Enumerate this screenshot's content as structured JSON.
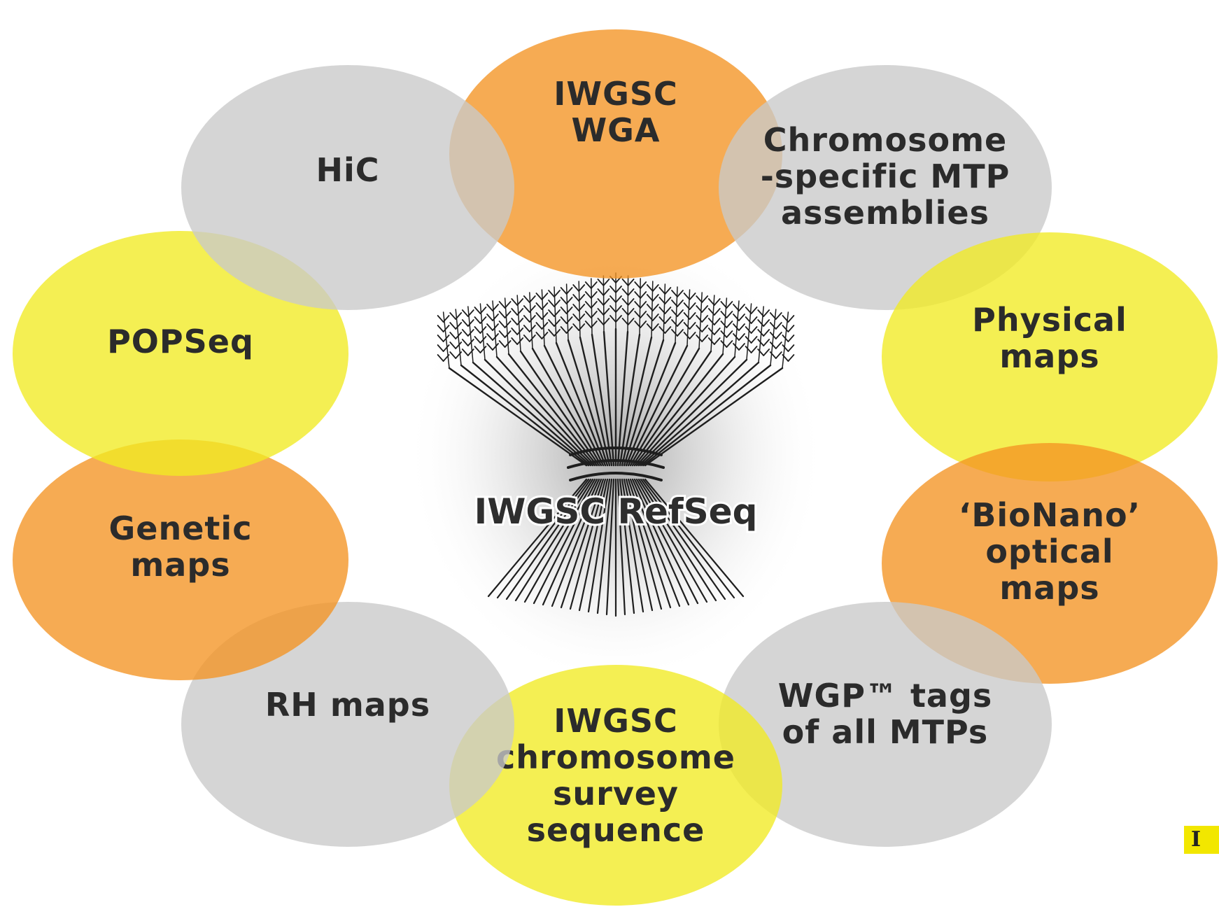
{
  "center": {
    "label": "IWGSC RefSeq",
    "icon": "wheat-sheaf-icon"
  },
  "colors": {
    "orange": "#f39322",
    "gray": "#c9c9c9",
    "yellow": "#f1ea22",
    "text": "#2b2b2b"
  },
  "nodes": [
    {
      "id": "iwgsc-wga",
      "color": "orange",
      "lines": [
        "IWGSC",
        "WGA"
      ]
    },
    {
      "id": "chromosome-specific-mtp",
      "color": "gray",
      "lines": [
        "Chromosome",
        "-specific MTP",
        "assemblies"
      ]
    },
    {
      "id": "physical-maps",
      "color": "yellow",
      "lines": [
        "Physical",
        "maps"
      ]
    },
    {
      "id": "bionano-optical-maps",
      "color": "orange",
      "lines": [
        "‘BioNano’",
        "optical",
        "maps"
      ]
    },
    {
      "id": "wgp-tags",
      "color": "gray",
      "lines": [
        "WGP™ tags",
        "of all MTPs"
      ]
    },
    {
      "id": "iwgsc-chromosome-survey",
      "color": "yellow",
      "lines": [
        "IWGSC",
        "chromosome",
        "survey",
        "sequence"
      ]
    },
    {
      "id": "rh-maps",
      "color": "gray",
      "lines": [
        "RH maps"
      ]
    },
    {
      "id": "genetic-maps",
      "color": "orange",
      "lines": [
        "Genetic",
        "maps"
      ]
    },
    {
      "id": "popseq",
      "color": "yellow",
      "lines": [
        "POPSeq"
      ]
    },
    {
      "id": "hic",
      "color": "gray",
      "lines": [
        "HiC"
      ]
    }
  ],
  "corner_badge": {
    "letter": "I"
  }
}
